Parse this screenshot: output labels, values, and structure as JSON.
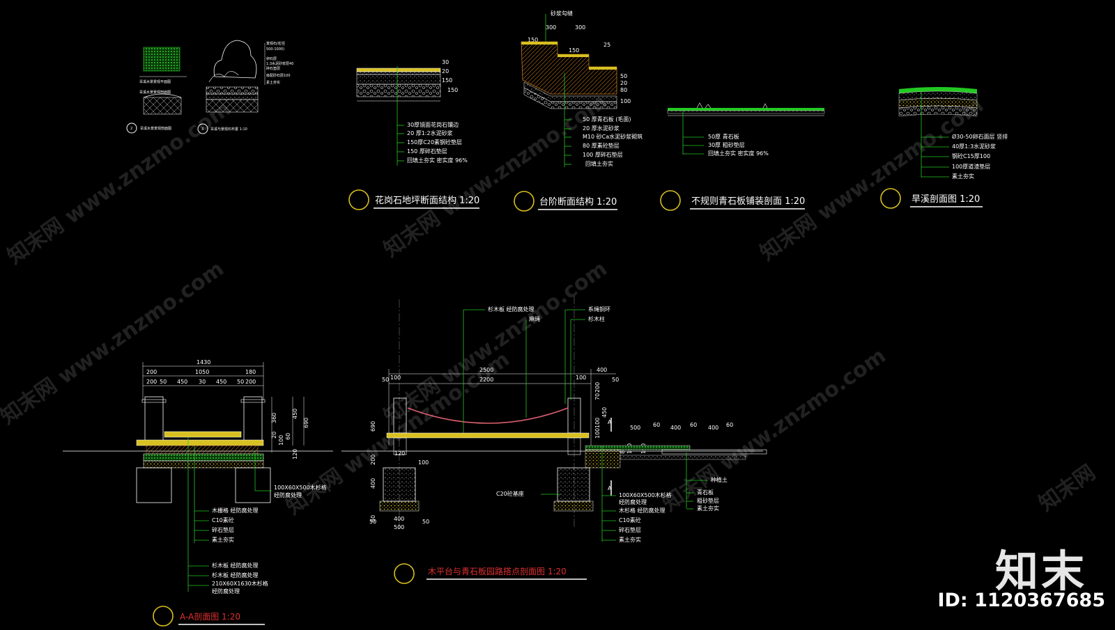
{
  "titles": {
    "granite": "花岗石地坪断面结构 1:20",
    "steps": "台阶断面结构 1:20",
    "slate": "不规则青石板铺装剖面 1:20",
    "dry_creek": "旱溪剖面图 1:20",
    "platform": "木平台与青石板园路搭点剖面图 1:20",
    "section_aa": "A-A剖面图 1:20"
  },
  "small_details": {
    "label_a": "旱溪水景景观平面图",
    "label_b": "旱溪水景景观剖面图",
    "label_c": "旱溪与景观石布置 1:10",
    "num_2": "2",
    "num_3": "3",
    "notes": [
      "景观石(粒径",
      "500-1000)",
      "卵石层",
      "1:3水泥砂浆层40",
      "碎石垫层",
      "级配砂石层100",
      "素土夯实"
    ]
  },
  "granite_notes": [
    "30厚镜面花岗石镶边",
    "20 厚1:2水泥砂浆",
    "150厚C20素钢砼垫层",
    "150 厚碎石垫层",
    "回填土夯实  密实度 96%"
  ],
  "granite_dims": [
    "30",
    "20",
    "150",
    "150"
  ],
  "steps_notes": [
    "50 厚青石板 (毛面)",
    "20 厚水泥砂浆",
    "M10 砂Ca水泥砂浆砌筑",
    "80 厚素砼垫层",
    "100 厚碎石垫层",
    "回填土夯实"
  ],
  "steps_top": "砂浆勾缝",
  "steps_dims": [
    "300",
    "300",
    "25",
    "150",
    "150",
    "50",
    "20",
    "80",
    "100"
  ],
  "slate_notes": [
    "50厚  青石板",
    "30厚  粗砂垫层",
    "回填土夯实  密实度 96%"
  ],
  "creek_notes": [
    "Ø30-50卵石面层  竖排",
    "40厚1:3水泥砂浆",
    "钢砼C15厚100",
    "100厚道渣垫层",
    "素土夯实"
  ],
  "aa_dims": {
    "top": "1430",
    "row2": [
      "200",
      "1050",
      "180"
    ],
    "row3": [
      "200",
      "50",
      "450",
      "30",
      "450",
      "50",
      "200"
    ],
    "right": [
      "360",
      "450",
      "690",
      "20",
      "100",
      "60",
      "120"
    ]
  },
  "aa_notes": [
    "100X60X500木杉格",
    "经防腐处理",
    "木栅格  经防腐处理",
    "C10素砼",
    "碎石垫层",
    "素土夯实",
    "杉木板  经防腐处理",
    "杉木板  经防腐处理",
    "210X60X1630木杉格",
    "经防腐处理"
  ],
  "platform_notes_top": [
    "杉木板  经防腐处理",
    "麻绳",
    "系绳铜环",
    "杉木柱"
  ],
  "platform_dims": {
    "top": [
      "2500",
      "2200",
      "400",
      "50",
      "100",
      "100",
      "50"
    ],
    "left": [
      "690",
      "200",
      "400",
      "50"
    ],
    "right_vert": [
      "200",
      "70",
      "450",
      "100",
      "100",
      "80",
      "100",
      "100"
    ],
    "path": [
      "500",
      "60",
      "400",
      "60",
      "400",
      "60"
    ],
    "bottom": [
      "400",
      "500",
      "50",
      "50",
      "100",
      "120"
    ],
    "section_marks": [
      "A",
      "A"
    ]
  },
  "platform_notes": [
    "C20砼基座",
    "100X60X500木杉格",
    "经防腐处理",
    "木杉格  经防腐处理",
    "C10素砼",
    "碎石垫层",
    "素土夯实",
    "种植土",
    "青石板",
    "粗砂垫层",
    "素土夯实"
  ],
  "watermarks": [
    "知末网 www.znzmo.com",
    "知末网 www.znzmo.com",
    "知末网 www.znzmo.com",
    "知末网 www.znzmo.com",
    "知末网 www.znzmo.com",
    "知末网 www.znzmo.com",
    "知末网 www.znzmo.com",
    "知末网"
  ],
  "brand": "知末",
  "id_text": "ID: 1120367685",
  "colors": {
    "line_green": "#22c922",
    "title_red": "#e03030",
    "hatch_yellow": "#d8c020",
    "wood_orange": "#c87a20",
    "rope_pink": "#e06070",
    "white": "#ffffff"
  }
}
